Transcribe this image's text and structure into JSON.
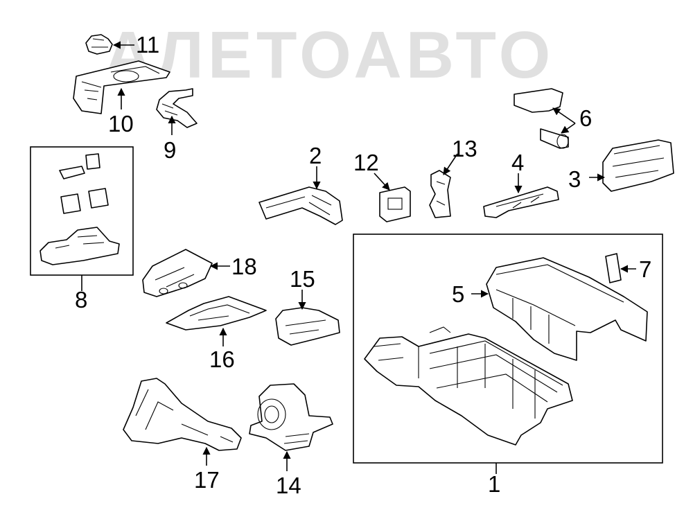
{
  "watermark": {
    "text": "АЛЕТОАВТО"
  },
  "callouts": [
    {
      "id": "1",
      "label": "1"
    },
    {
      "id": "2",
      "label": "2"
    },
    {
      "id": "3",
      "label": "3"
    },
    {
      "id": "4",
      "label": "4"
    },
    {
      "id": "5",
      "label": "5"
    },
    {
      "id": "6",
      "label": "6"
    },
    {
      "id": "7",
      "label": "7"
    },
    {
      "id": "8",
      "label": "8"
    },
    {
      "id": "9",
      "label": "9"
    },
    {
      "id": "10",
      "label": "10"
    },
    {
      "id": "11",
      "label": "11"
    },
    {
      "id": "12",
      "label": "12"
    },
    {
      "id": "13",
      "label": "13"
    },
    {
      "id": "14",
      "label": "14"
    },
    {
      "id": "15",
      "label": "15"
    },
    {
      "id": "16",
      "label": "16"
    },
    {
      "id": "17",
      "label": "17"
    },
    {
      "id": "18",
      "label": "18"
    }
  ]
}
